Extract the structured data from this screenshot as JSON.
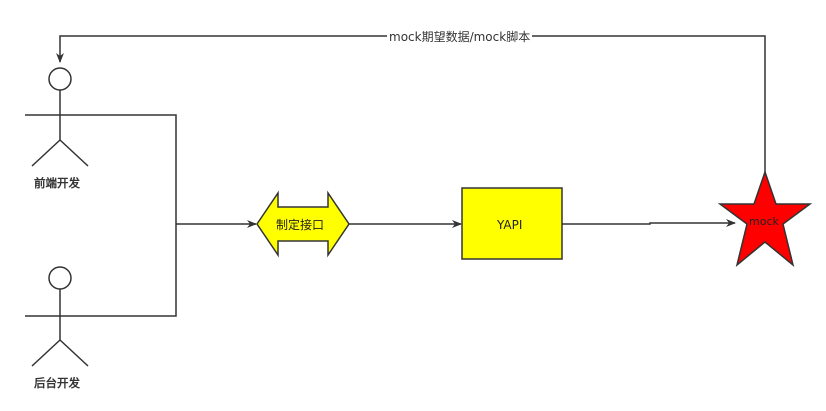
{
  "diagram": {
    "top_edge_label": "mock期望数据/mock脚本",
    "actors": [
      {
        "id": "front",
        "label": "前端开发"
      },
      {
        "id": "back",
        "label": "后台开发"
      }
    ],
    "nodes": {
      "define_api": {
        "label": "制定接口",
        "fill": "#ffff00"
      },
      "yapi": {
        "label": "YAPI",
        "fill": "#ffff00"
      },
      "mock": {
        "label": "mock",
        "fill": "#ff0000"
      }
    },
    "colors": {
      "line": "#333333",
      "outline": "#333333"
    }
  }
}
